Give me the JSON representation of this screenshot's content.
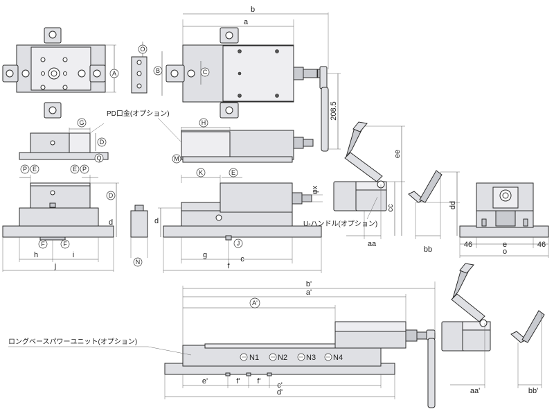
{
  "labels": {
    "b": "b",
    "a": "a",
    "A": "A",
    "B": "B",
    "C": "C",
    "O": "O",
    "G": "G",
    "D": "D",
    "Q": "Q",
    "H": "H",
    "M": "M",
    "P": "P",
    "E": "E",
    "K": "K",
    "F": "F",
    "J": "J",
    "N": "N",
    "d": "d",
    "h": "h",
    "i": "i",
    "j": "j",
    "g": "g",
    "c": "c",
    "f": "f",
    "phi_x": "φx",
    "dim_208_5": "208.5",
    "ee": "ee",
    "cc": "cc",
    "dd": "dd",
    "aa": "aa",
    "bb": "bb",
    "dim_46": "46",
    "e": "e",
    "o": "o",
    "b_prime": "b'",
    "a_prime": "a'",
    "A_prime": "A'",
    "e_prime": "e'",
    "f_prime": "f'",
    "c_prime": "c'",
    "d_prime": "d'",
    "aa_prime": "aa'",
    "bb_prime": "bb'",
    "N1": "N1",
    "N2": "N2",
    "N3": "N3",
    "N4": "N4"
  },
  "notes": {
    "pd_jaw": "PD口金(オプション)",
    "u_handle": "U-ハンドル(オプション)",
    "long_base": "ロングベースパワーユニット(オプション)"
  }
}
